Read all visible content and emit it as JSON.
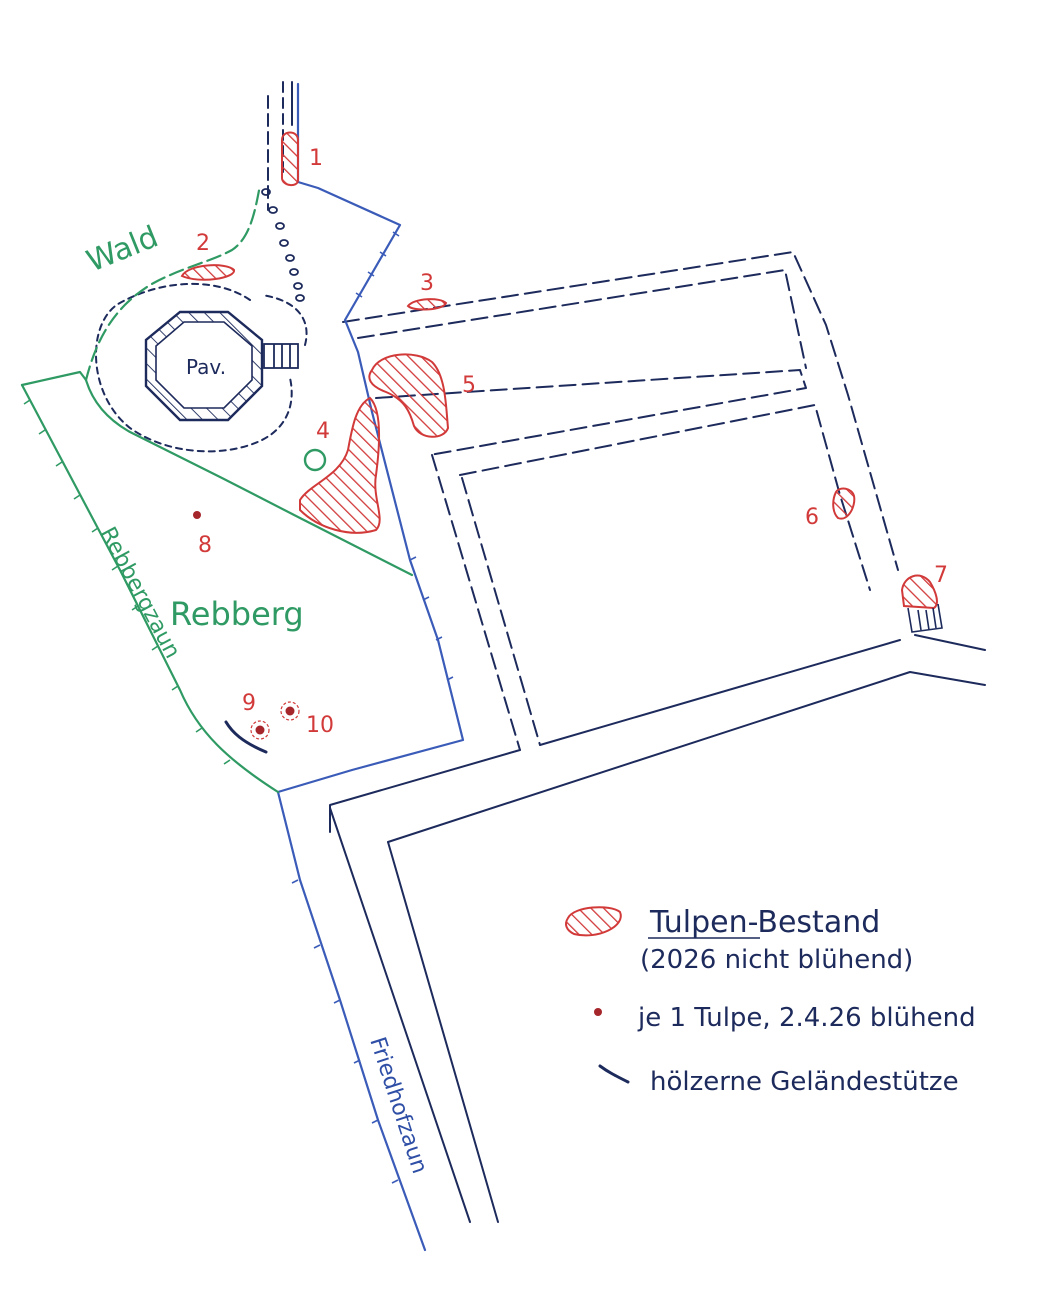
{
  "colors": {
    "ink": "#1d2a5c",
    "blue": "#3a5bb8",
    "green": "#2f9a63",
    "red": "#d23a3a"
  },
  "map": {
    "markers": [
      {
        "id": "1",
        "label": "1"
      },
      {
        "id": "2",
        "label": "2"
      },
      {
        "id": "3",
        "label": "3"
      },
      {
        "id": "4",
        "label": "4"
      },
      {
        "id": "5",
        "label": "5"
      },
      {
        "id": "6",
        "label": "6"
      },
      {
        "id": "7",
        "label": "7"
      },
      {
        "id": "8",
        "label": "8"
      },
      {
        "id": "9",
        "label": "9"
      },
      {
        "id": "10",
        "label": "10"
      }
    ],
    "labels": {
      "wald": "Wald",
      "pavillon": "Pav.",
      "rebberg": "Rebberg",
      "rebbergzaun": "Rebbergzaun",
      "friedhofzaun": "Friedhofzaun"
    }
  },
  "legend": {
    "tulip_stock_line1": "Tulpen-Bestand",
    "tulip_stock_line2": "(2026 nicht blühend)",
    "single_tulip": "je 1 Tulpe, 2.4.26 blühend",
    "wooden_support": "hölzerne Geländestütze"
  }
}
